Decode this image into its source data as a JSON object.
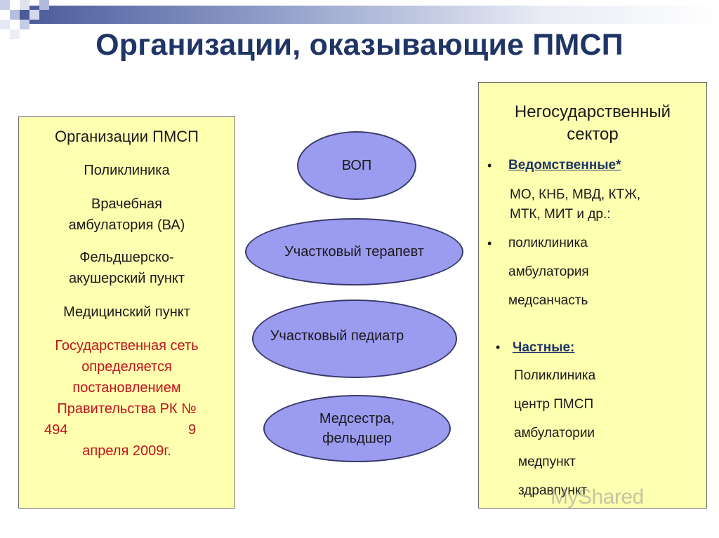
{
  "title": "Организации, оказывающие ПМСП",
  "left_panel": {
    "heading": "Организации ПМСП",
    "items": [
      "Поликлиника",
      "Врачебная",
      "амбулатория (ВА)",
      "Фельдшерско-",
      "акушерский пункт",
      "Медицинский пункт"
    ],
    "note_lines": [
      "Государственная сеть",
      "определяется",
      "постановлением",
      "Правительства РК №",
      "494",
      "9",
      "апреля 2009г."
    ]
  },
  "center": {
    "vop": "ВОП",
    "therapist": "Участковый терапевт",
    "pediatrician": "Участковый педиатр",
    "nurse_line1": "Медсестра,",
    "nurse_line2": "фельдшер"
  },
  "right_panel": {
    "title_line1": "Негосударственный",
    "title_line2": "сектор",
    "departmental_label": "Ведомственные*",
    "departmental_line1": "МО, КНБ, МВД, КТЖ,",
    "departmental_line2": "МТК, МИТ и др.:",
    "departmental_items": [
      "поликлиника",
      "амбулатория",
      "медсанчасть"
    ],
    "private_label": "Частные:",
    "private_items": [
      "Поликлиника",
      "центр ПМСП",
      "амбулатории",
      "медпункт",
      "здравпункт"
    ]
  },
  "watermark": "MyShared",
  "colors": {
    "panel_fill": "#ffffb0",
    "ellipse_fill": "#9b9bf0",
    "title_color": "#1f3566",
    "note_color": "#c0141e"
  }
}
